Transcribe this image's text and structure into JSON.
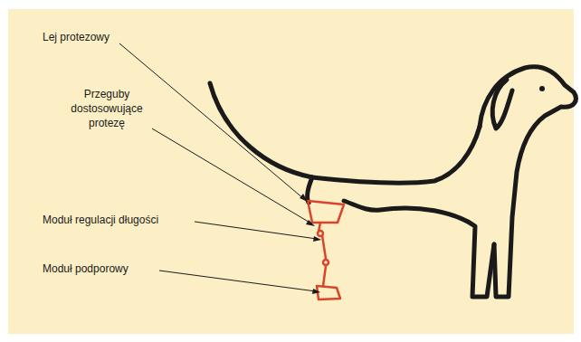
{
  "diagram": {
    "labels": [
      "Lej protezowy",
      "Przeguby dostosowujące protezę",
      "Moduł regulacji długości",
      "Moduł podporowy"
    ]
  }
}
